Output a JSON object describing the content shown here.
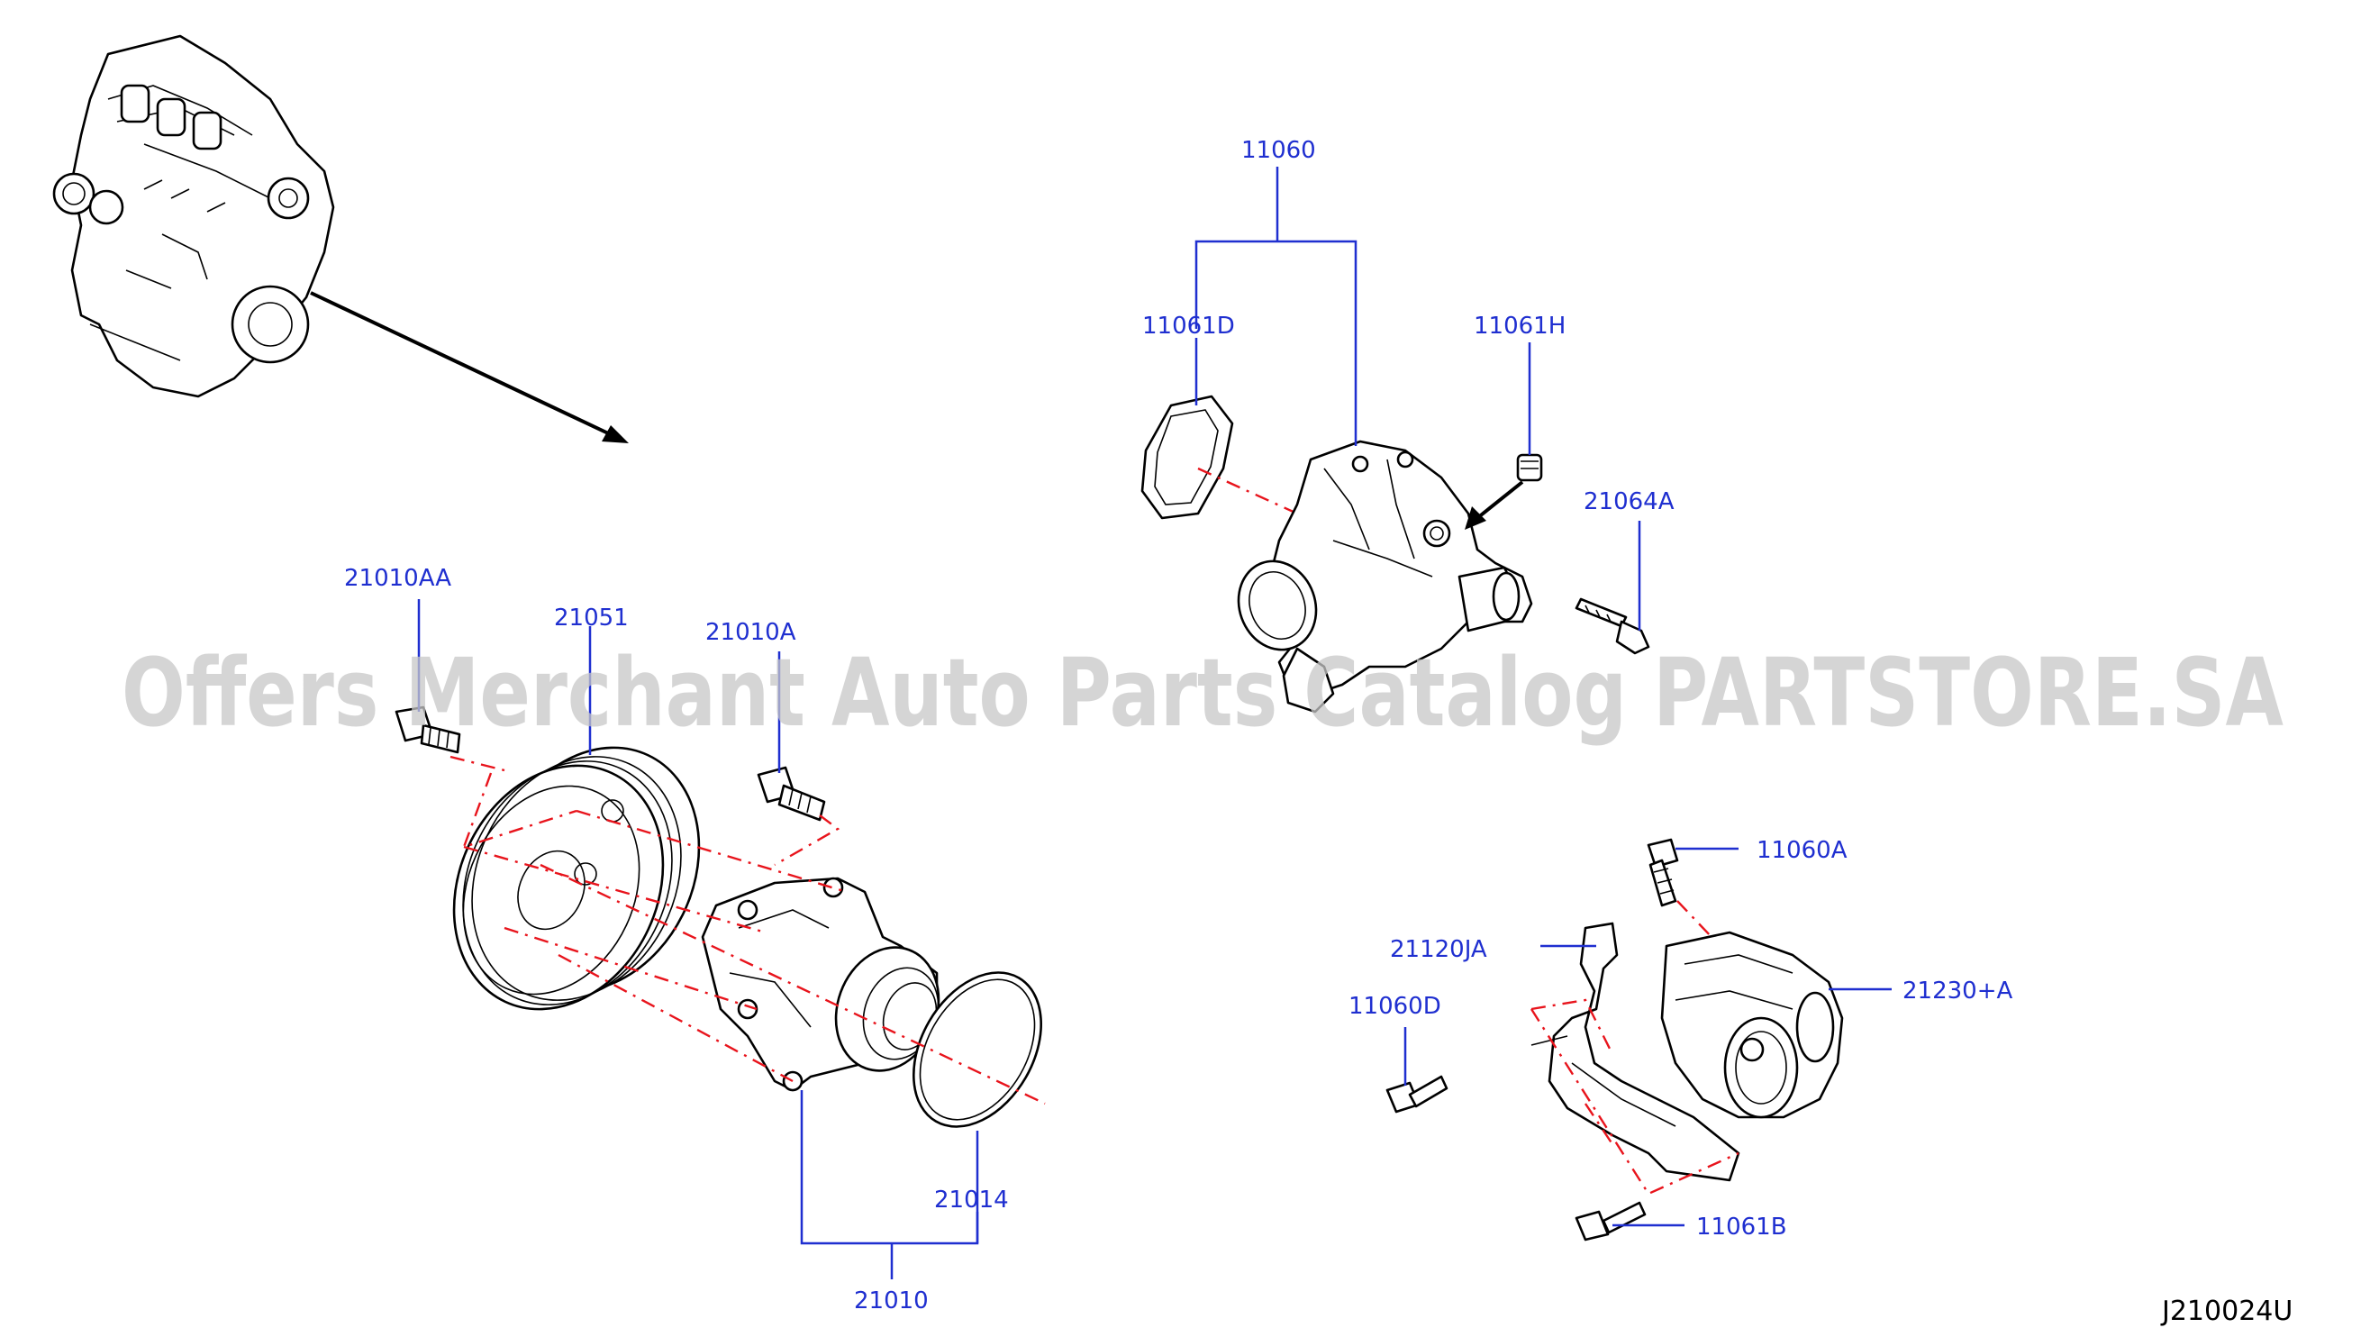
{
  "watermark": "Offers Merchant Auto Parts Catalog PARTSTORE.SA",
  "diagram_code": "J210024U",
  "callouts": {
    "p11060": "11060",
    "p11061D": "11061D",
    "p11061H": "11061H",
    "p21064A": "21064A",
    "p21010AA": "21010AA",
    "p21051": "21051",
    "p21010A": "21010A",
    "p21014": "21014",
    "p21010": "21010",
    "p11060A": "11060A",
    "p21120JA": "21120JA",
    "p11060D": "11060D",
    "p21230A": "21230+A",
    "p11061B": "11061B"
  },
  "colors": {
    "callout_text": "#1f2fd0",
    "centerline": "#e8141c",
    "watermark": "#c8c8c8"
  }
}
